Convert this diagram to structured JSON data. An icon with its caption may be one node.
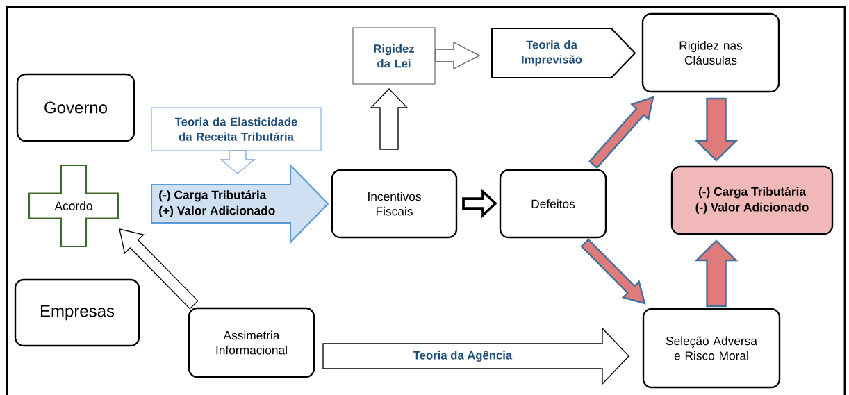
{
  "diagram": {
    "nodes": [
      {
        "text": [
          "Governo"
        ]
      },
      {
        "text": [
          "Acordo"
        ]
      },
      {
        "text": [
          "Empresas"
        ]
      },
      {
        "text": [
          "Teoria da Elasticidade da Receita Tributária"
        ]
      },
      {
        "text": [
          "(-) Carga Tributária",
          "(+) Valor Adicionado"
        ]
      },
      {
        "text": [
          "Incentivos Fiscais"
        ]
      },
      {
        "text": [
          "Defeitos"
        ]
      },
      {
        "text": [
          "Rigidez da Lei"
        ]
      },
      {
        "text": [
          "Teoria da Imprevisão"
        ]
      },
      {
        "text": [
          "Rigidez nas Cláusulas"
        ]
      },
      {
        "text": [
          "(-) Carga Tributária",
          "(-) Valor Adicionado"
        ]
      },
      {
        "text": [
          "Assimetria Informacional"
        ]
      },
      {
        "text": [
          "Seleção Adversa e Risco Moral"
        ]
      }
    ],
    "edges": [
      {
        "from": 11,
        "to": 1,
        "arrow": "to"
      },
      {
        "from": 3,
        "to": 4,
        "arrow": "to"
      },
      {
        "from": 5,
        "to": 6,
        "arrow": "to",
        "style": "thick"
      },
      {
        "from": 5,
        "to": 7,
        "arrow": "to"
      },
      {
        "from": 7,
        "to": 8,
        "arrow": "to"
      },
      {
        "from": 6,
        "to": 9,
        "arrow": "to",
        "color": "#e07b7b"
      },
      {
        "from": 6,
        "to": 12,
        "arrow": "to",
        "color": "#e07b7b"
      },
      {
        "from": 9,
        "to": 10,
        "arrow": "to",
        "color": "#e07b7b"
      },
      {
        "from": 12,
        "to": 10,
        "arrow": "to",
        "color": "#e07b7b"
      },
      {
        "from": 11,
        "to": 12,
        "arrow": "to",
        "label": "Teoria da Agência"
      }
    ]
  }
}
